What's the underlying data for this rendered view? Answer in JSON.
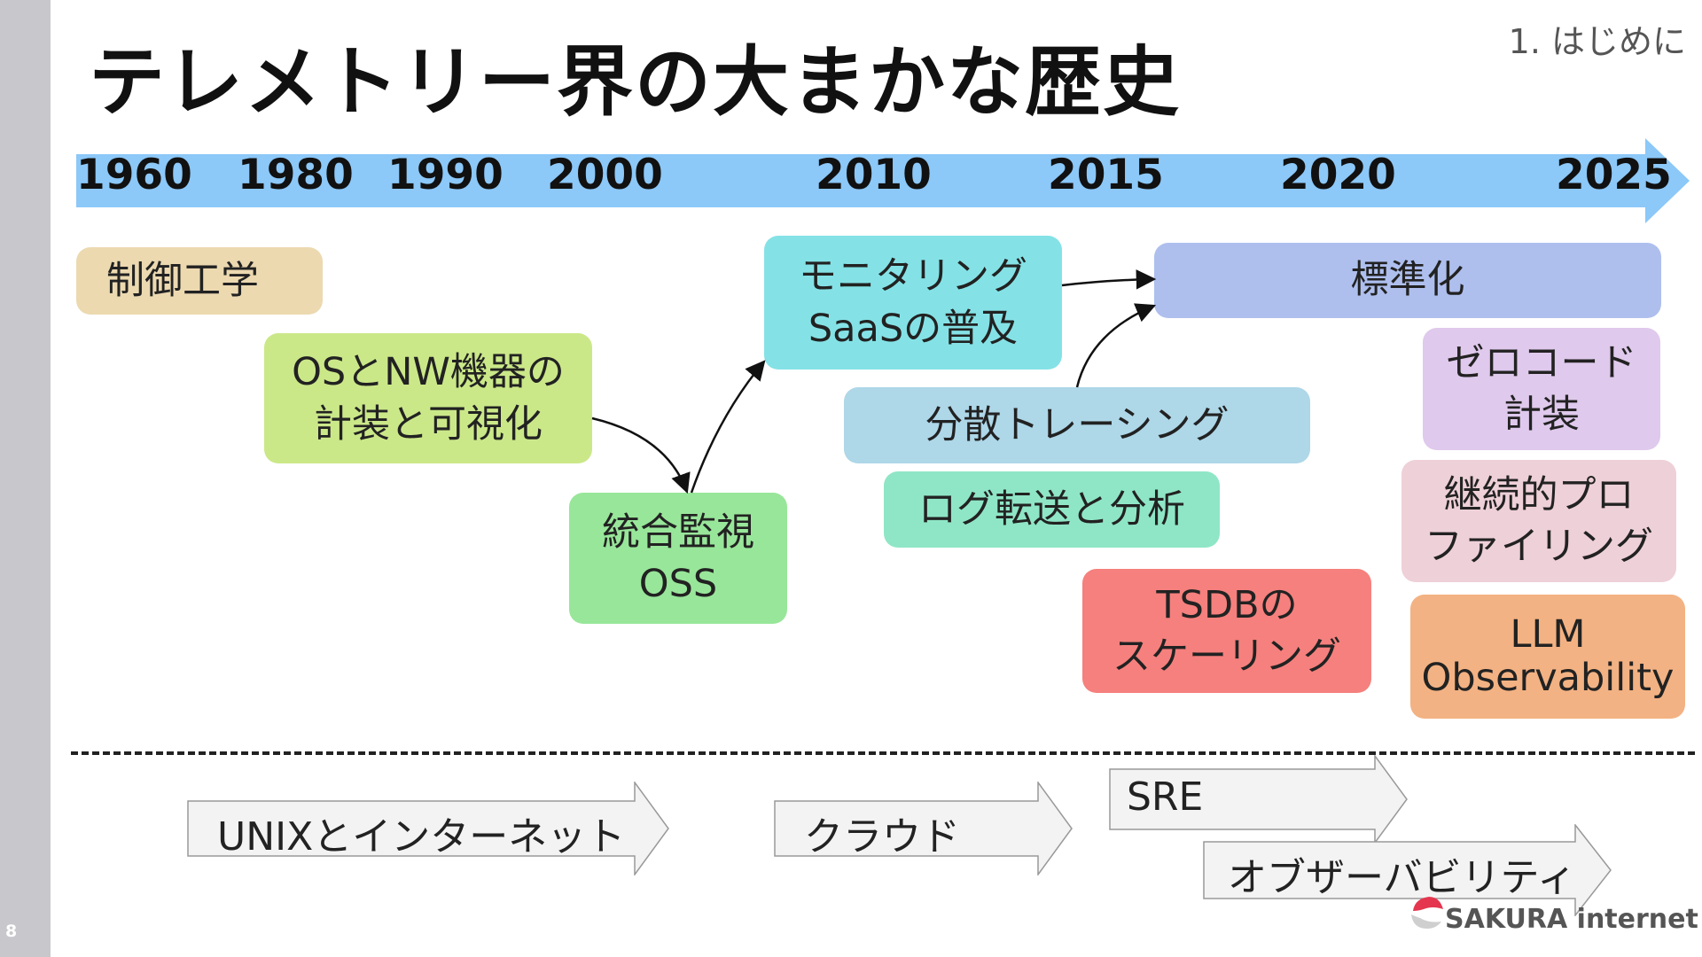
{
  "page_number": "8",
  "title": "テレメトリー界の大まかな歴史",
  "section": "1. はじめに",
  "timeline": {
    "color": "#8cc8f8",
    "years": [
      "1960",
      "1980",
      "1990",
      "2000",
      "2010",
      "2015",
      "2020",
      "2025"
    ]
  },
  "topics": [
    {
      "id": "control-engineering",
      "lines": [
        "制御工学"
      ],
      "color": "#ecd9b0"
    },
    {
      "id": "os-nw-instrumentation",
      "lines": [
        "OSとNW機器の",
        "計装と可視化"
      ],
      "color": "#cbe889"
    },
    {
      "id": "integrated-monitoring-oss",
      "lines": [
        "統合監視",
        "OSS"
      ],
      "color": "#98e69a"
    },
    {
      "id": "monitoring-saas",
      "lines": [
        "モニタリング",
        "SaaSの普及"
      ],
      "color": "#84e2e6"
    },
    {
      "id": "standardization",
      "lines": [
        "標準化"
      ],
      "color": "#aebfee"
    },
    {
      "id": "distributed-tracing",
      "lines": [
        "分散トレーシング"
      ],
      "color": "#aed7e8"
    },
    {
      "id": "log-forwarding",
      "lines": [
        "ログ転送と分析"
      ],
      "color": "#8fe6c6"
    },
    {
      "id": "zero-code-instrumentation",
      "lines": [
        "ゼロコード",
        "計装"
      ],
      "color": "#dfc9ec"
    },
    {
      "id": "continuous-profiling",
      "lines": [
        "継続的プロ",
        "ファイリング"
      ],
      "color": "#eed0d8"
    },
    {
      "id": "tsdb-scaling",
      "lines": [
        "TSDBの",
        "スケーリング"
      ],
      "color": "#f5807d"
    },
    {
      "id": "llm-observability",
      "lines": [
        "LLM",
        "Observability"
      ],
      "color": "#f3b283"
    }
  ],
  "eras": [
    {
      "id": "unix-internet",
      "label": "UNIXとインターネット"
    },
    {
      "id": "cloud",
      "label": "クラウド"
    },
    {
      "id": "sre",
      "label": "SRE"
    },
    {
      "id": "observability",
      "label": "オブザーバビリティ"
    }
  ],
  "logo": {
    "text": "SAKURA internet",
    "color": "#e5364f"
  }
}
